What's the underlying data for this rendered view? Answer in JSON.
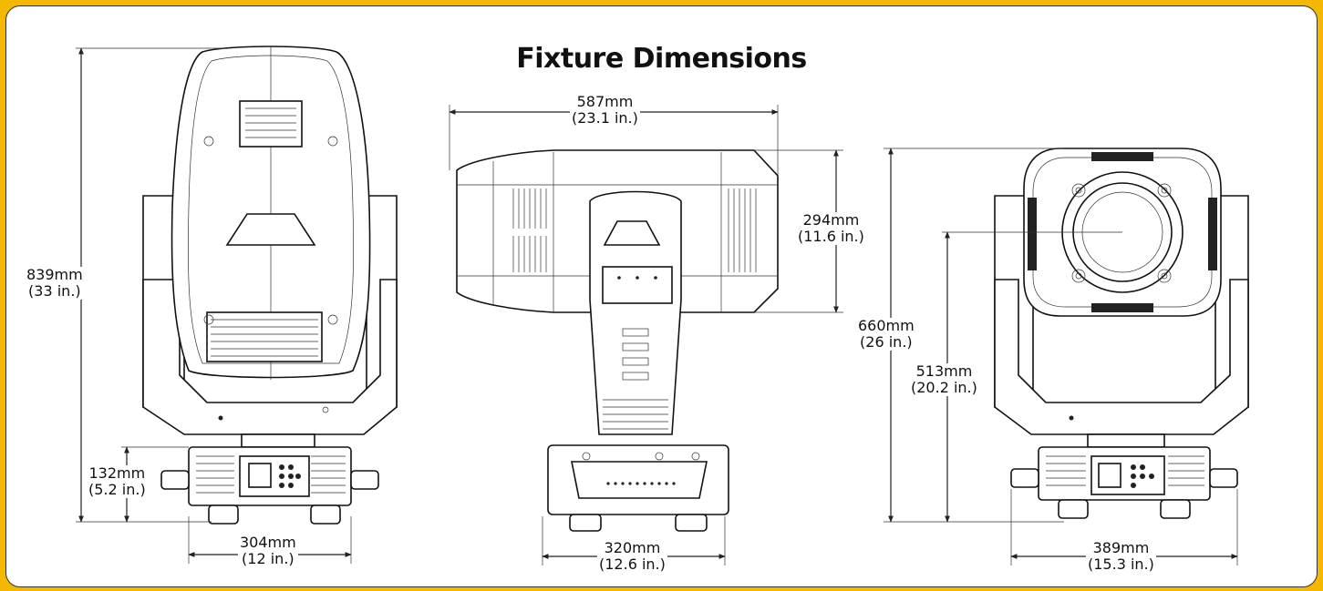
{
  "title": "Fixture Dimensions",
  "colors": {
    "border": "#f4b800",
    "background": "#ffffff",
    "line": "#222222"
  },
  "dimensions": {
    "front_height": {
      "mm": "839mm",
      "in": "(33 in.)"
    },
    "base_height": {
      "mm": "132mm",
      "in": "(5.2 in.)"
    },
    "front_base_width": {
      "mm": "304mm",
      "in": "(12 in.)"
    },
    "side_head_width": {
      "mm": "587mm",
      "in": "(23.1 in.)"
    },
    "side_head_height": {
      "mm": "294mm",
      "in": "(11.6 in.)"
    },
    "side_base_width": {
      "mm": "320mm",
      "in": "(12.6 in.)"
    },
    "rear_height": {
      "mm": "660mm",
      "in": "(26 in.)"
    },
    "rear_axis_height": {
      "mm": "513mm",
      "in": "(20.2 in.)"
    },
    "rear_width": {
      "mm": "389mm",
      "in": "(15.3 in.)"
    }
  }
}
